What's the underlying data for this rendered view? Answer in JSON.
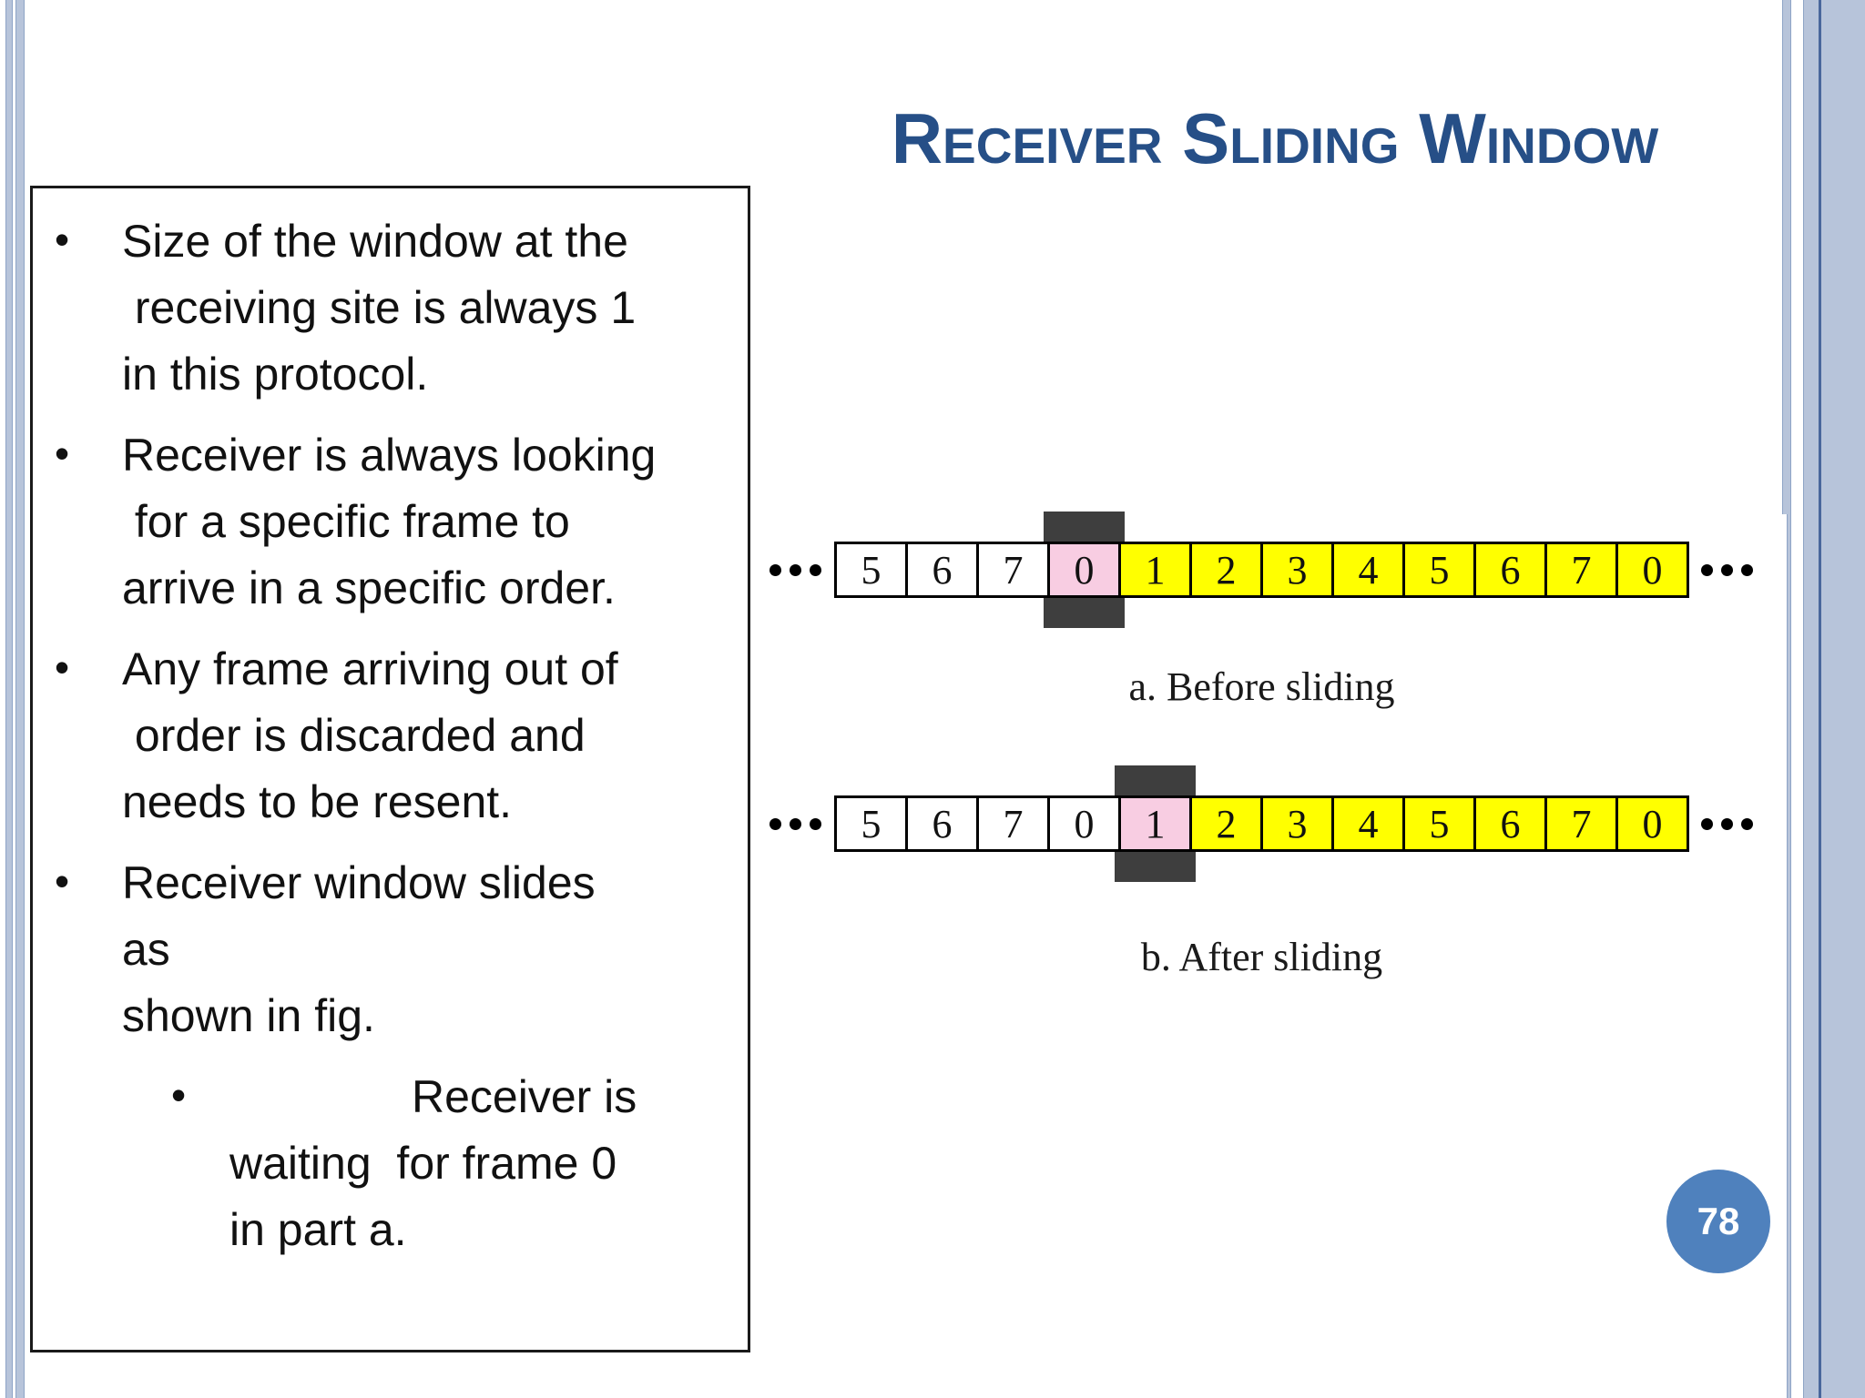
{
  "slide": {
    "title": "Receiver Sliding Window",
    "page_number": "78"
  },
  "notes_box": {
    "bullets": [
      {
        "text": "Size of the window at the\n receiving site is always 1\nin this protocol."
      },
      {
        "text": "Receiver is always looking\n for a specific frame to\narrive in a specific order."
      },
      {
        "text": "Any frame arriving out of\n order is discarded and\nneeds to be resent."
      },
      {
        "text": "Receiver window slides\nas\nshown in fig."
      }
    ],
    "sub_bullet": {
      "text": "    Receiver is\nwaiting  for frame 0\nin part a."
    }
  },
  "diagrams": [
    {
      "id": "a",
      "caption": "a. Before sliding",
      "cells": [
        {
          "value": "5",
          "color": "white"
        },
        {
          "value": "6",
          "color": "white"
        },
        {
          "value": "7",
          "color": "white"
        },
        {
          "value": "0",
          "color": "pink",
          "window": true
        },
        {
          "value": "1",
          "color": "yellow"
        },
        {
          "value": "2",
          "color": "yellow"
        },
        {
          "value": "3",
          "color": "yellow"
        },
        {
          "value": "4",
          "color": "yellow"
        },
        {
          "value": "5",
          "color": "yellow"
        },
        {
          "value": "6",
          "color": "yellow"
        },
        {
          "value": "7",
          "color": "yellow"
        },
        {
          "value": "0",
          "color": "yellow"
        }
      ]
    },
    {
      "id": "b",
      "caption": "b. After sliding",
      "cells": [
        {
          "value": "5",
          "color": "white"
        },
        {
          "value": "6",
          "color": "white"
        },
        {
          "value": "7",
          "color": "white"
        },
        {
          "value": "0",
          "color": "white"
        },
        {
          "value": "1",
          "color": "pink",
          "window": true
        },
        {
          "value": "2",
          "color": "yellow"
        },
        {
          "value": "3",
          "color": "yellow"
        },
        {
          "value": "4",
          "color": "yellow"
        },
        {
          "value": "5",
          "color": "yellow"
        },
        {
          "value": "6",
          "color": "yellow"
        },
        {
          "value": "7",
          "color": "yellow"
        },
        {
          "value": "0",
          "color": "yellow"
        }
      ]
    }
  ],
  "colors": {
    "title_blue": "#264F87",
    "accent_blue": "#4F81BD",
    "sidebar_blue": "#B7C4DA",
    "window_pink": "#F8CDE2",
    "frame_yellow": "#FFFF00",
    "marker_gray": "#3E3E3E"
  }
}
